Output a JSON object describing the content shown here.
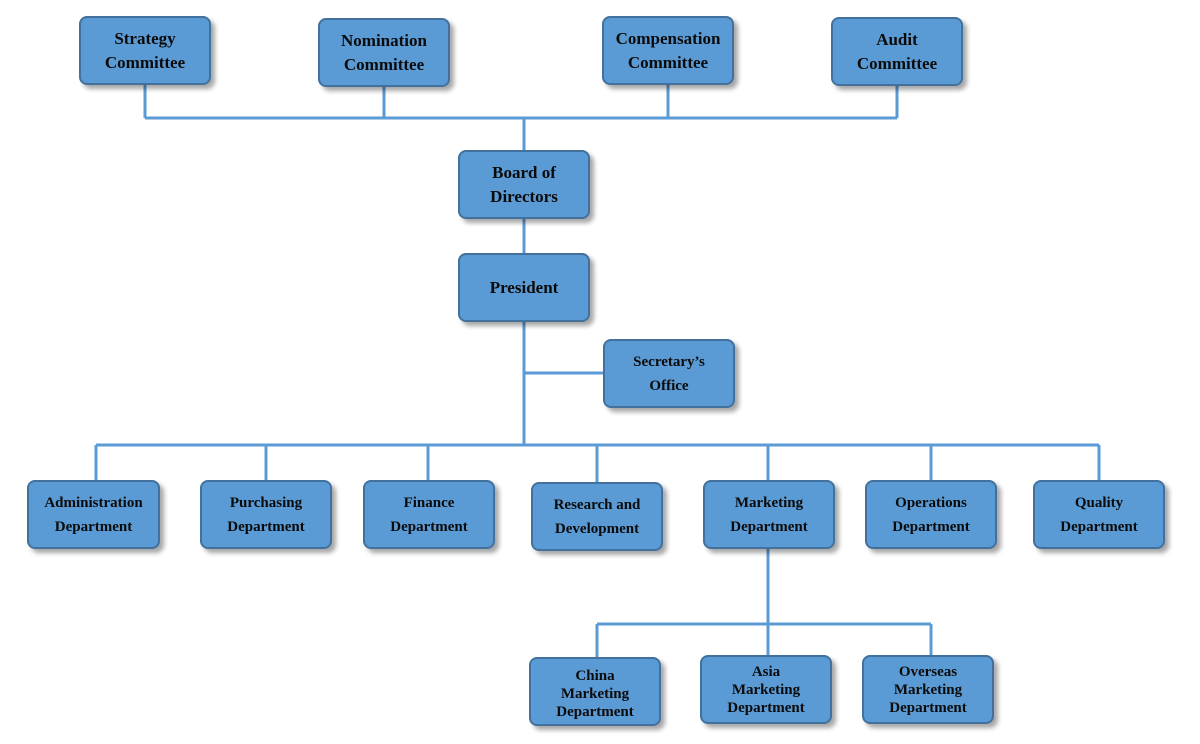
{
  "org_chart": {
    "committees": {
      "strategy": "Strategy\nCommittee",
      "nomination": "Nomination\nCommittee",
      "compensation": "Compensation\nCommittee",
      "audit": "Audit\nCommittee"
    },
    "board": "Board of\nDirectors",
    "president": "President",
    "secretary": "Secretary’s\nOffice",
    "departments": {
      "administration": "Administration\nDepartment",
      "purchasing": "Purchasing\nDepartment",
      "finance": "Finance\nDepartment",
      "rnd": "Research and\nDevelopment",
      "marketing": "Marketing\nDepartment",
      "operations": "Operations\nDepartment",
      "quality": "Quality\nDepartment"
    },
    "marketing_subunits": {
      "china": "China\nMarketing\nDepartment",
      "asia": "Asia\nMarketing\nDepartment",
      "overseas": "Overseas\nMarketing\nDepartment"
    },
    "colors": {
      "box_fill": "#5b9bd5",
      "box_border": "#41719c",
      "connector": "#5b9bd5"
    }
  }
}
